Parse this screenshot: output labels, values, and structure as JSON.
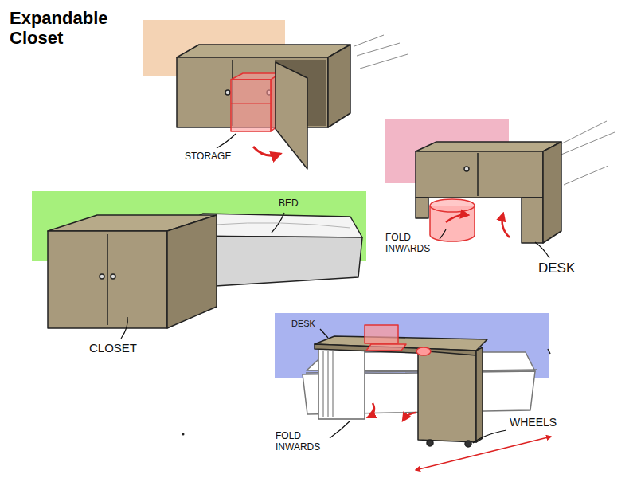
{
  "diagram": {
    "title": "Expandable Closet",
    "labels": [
      "STORAGE",
      "BED",
      "FOLD INWARDS",
      "DESK",
      "DESK",
      "CLOSET",
      "WHEELS",
      "FOLD INWARDS"
    ]
  }
}
